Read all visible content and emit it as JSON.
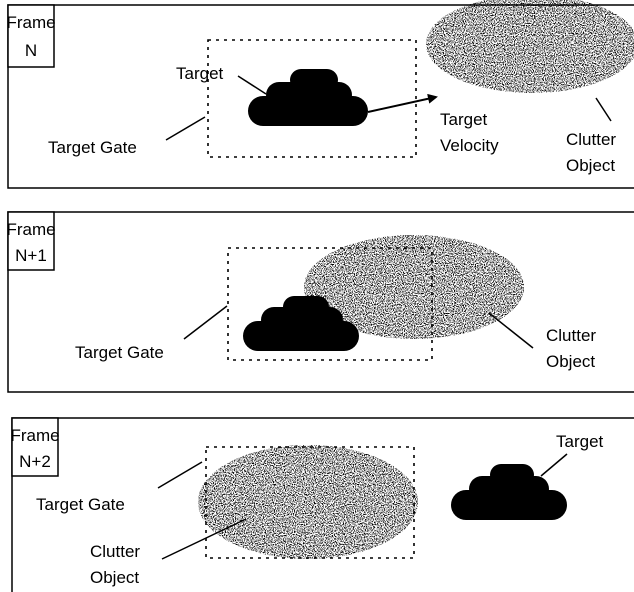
{
  "panels": [
    {
      "frame_label": [
        "Frame",
        "N"
      ],
      "target_label": "Target",
      "gate_label": "Target Gate",
      "velocity_label": [
        "Target",
        "Velocity"
      ],
      "clutter_label": [
        "Clutter",
        "Object"
      ]
    },
    {
      "frame_label": [
        "Frame",
        "N+1"
      ],
      "gate_label": "Target Gate",
      "clutter_label": [
        "Clutter",
        "Object"
      ]
    },
    {
      "frame_label": [
        "Frame",
        "N+2"
      ],
      "target_label": "Target",
      "gate_label": "Target Gate",
      "clutter_label": [
        "Clutter",
        "Object"
      ]
    }
  ],
  "colors": {
    "ink": "#000000",
    "background": "#ffffff",
    "clutter": "#555555"
  }
}
